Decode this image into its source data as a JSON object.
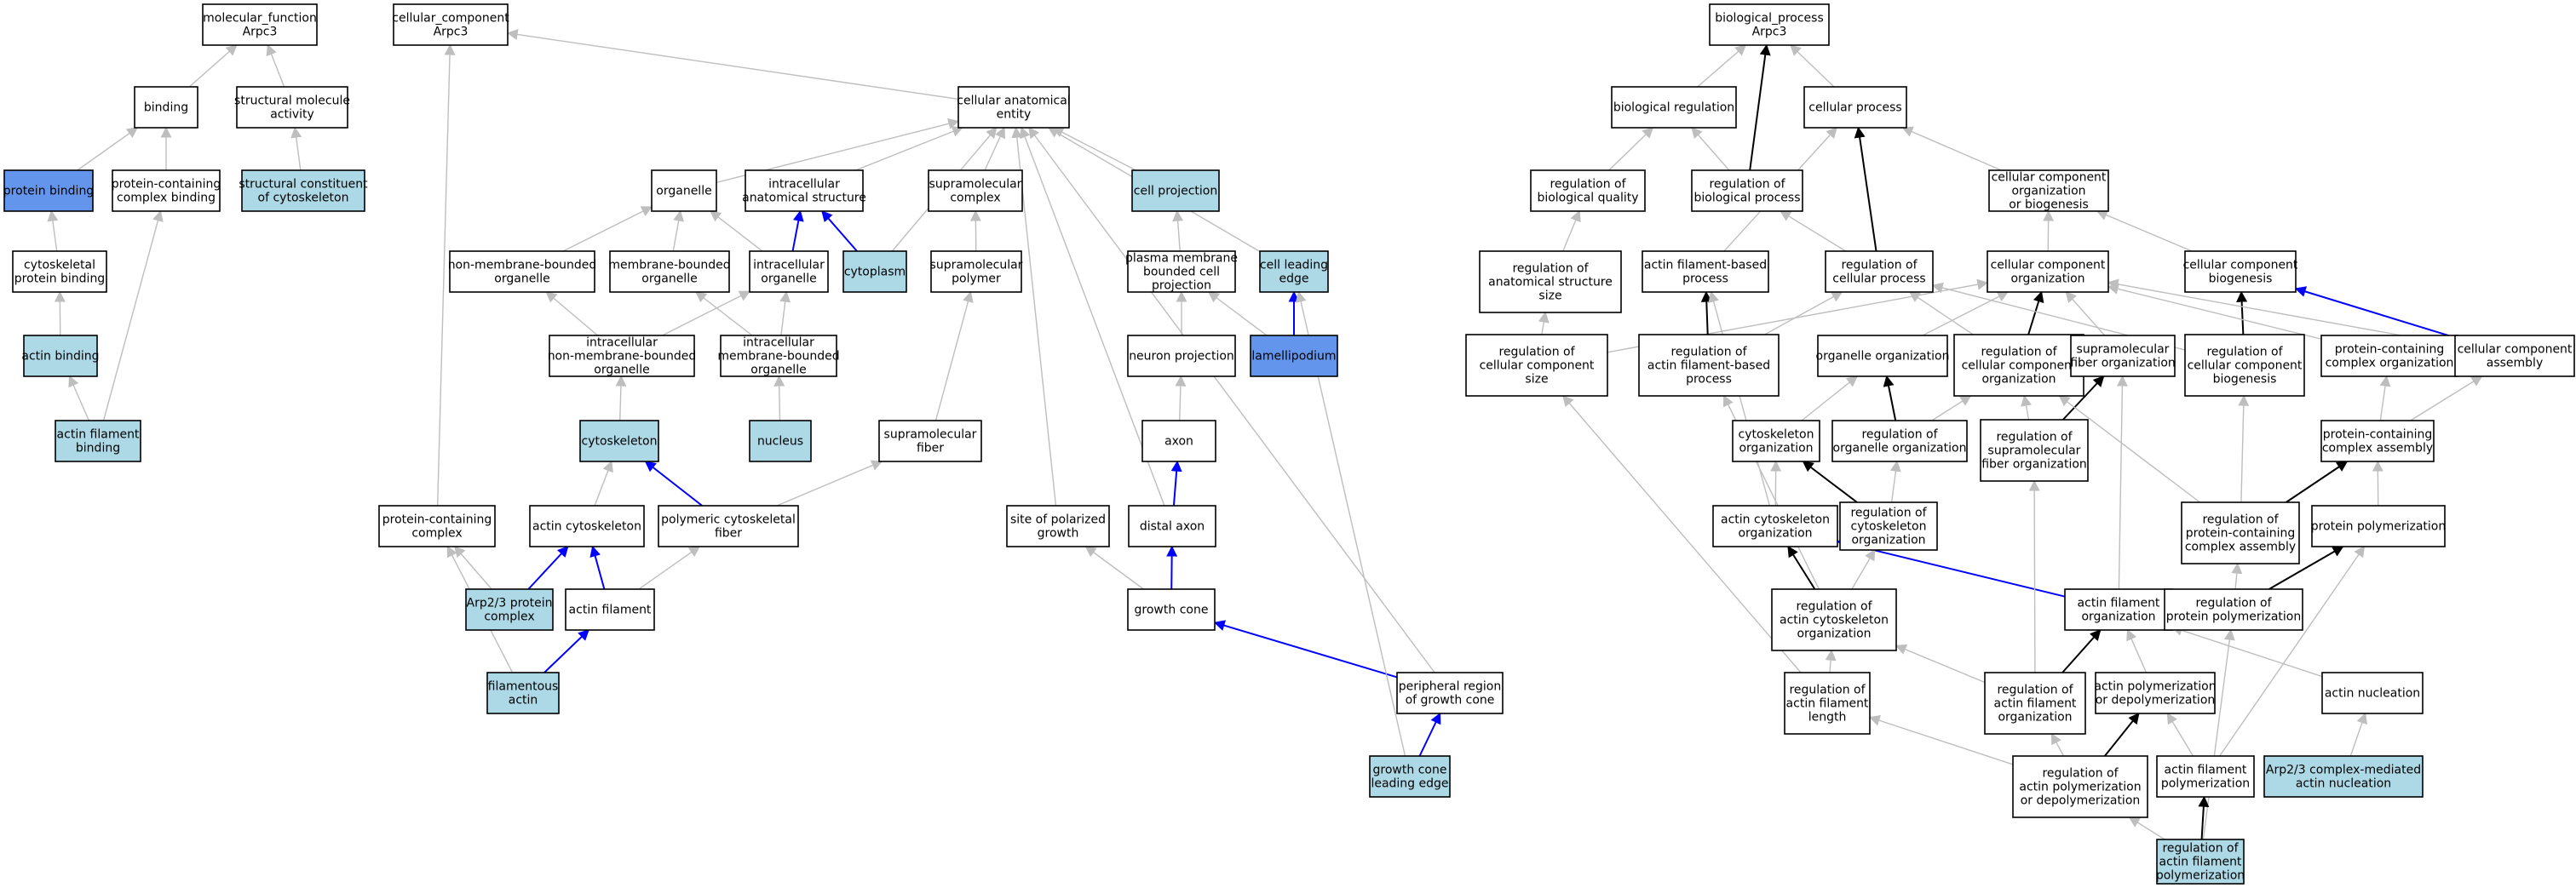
{
  "colors": {
    "plain": "#ffffff",
    "annotated": "#add8e6",
    "highlight": "#6495ed",
    "edge_is_a": "#bebebe",
    "edge_part_of": "#0000ff",
    "edge_regulates": "#000000"
  },
  "nodes": [
    {
      "id": "mf_root",
      "lines": [
        "molecular_function",
        "Arpc3"
      ],
      "fill": "plain"
    },
    {
      "id": "binding",
      "lines": [
        "binding"
      ],
      "fill": "plain"
    },
    {
      "id": "struct_mol",
      "lines": [
        "structural molecule",
        "activity"
      ],
      "fill": "plain"
    },
    {
      "id": "protein_binding",
      "lines": [
        "protein binding"
      ],
      "fill": "highlight"
    },
    {
      "id": "pc_binding",
      "lines": [
        "protein-containing",
        "complex binding"
      ],
      "fill": "plain"
    },
    {
      "id": "struct_cyto",
      "lines": [
        "structural constituent",
        "of cytoskeleton"
      ],
      "fill": "annotated"
    },
    {
      "id": "cytosk_pb",
      "lines": [
        "cytoskeletal",
        "protein binding"
      ],
      "fill": "plain"
    },
    {
      "id": "actin_binding",
      "lines": [
        "actin binding"
      ],
      "fill": "annotated"
    },
    {
      "id": "af_binding",
      "lines": [
        "actin filament",
        "binding"
      ],
      "fill": "annotated"
    },
    {
      "id": "cc_root",
      "lines": [
        "cellular_component",
        "Arpc3"
      ],
      "fill": "plain"
    },
    {
      "id": "cae",
      "lines": [
        "cellular anatomical",
        "entity"
      ],
      "fill": "plain"
    },
    {
      "id": "organelle",
      "lines": [
        "organelle"
      ],
      "fill": "plain"
    },
    {
      "id": "ias",
      "lines": [
        "intracellular",
        "anatomical structure"
      ],
      "fill": "plain"
    },
    {
      "id": "supra_complex",
      "lines": [
        "supramolecular",
        "complex"
      ],
      "fill": "plain"
    },
    {
      "id": "cell_projection",
      "lines": [
        "cell projection"
      ],
      "fill": "annotated"
    },
    {
      "id": "nmbo",
      "lines": [
        "non-membrane-bounded",
        "organelle"
      ],
      "fill": "plain"
    },
    {
      "id": "mbo",
      "lines": [
        "membrane-bounded",
        "organelle"
      ],
      "fill": "plain"
    },
    {
      "id": "intra_org",
      "lines": [
        "intracellular",
        "organelle"
      ],
      "fill": "plain"
    },
    {
      "id": "cytoplasm",
      "lines": [
        "cytoplasm"
      ],
      "fill": "annotated"
    },
    {
      "id": "supra_polymer",
      "lines": [
        "supramolecular",
        "polymer"
      ],
      "fill": "plain"
    },
    {
      "id": "pmbcp",
      "lines": [
        "plasma membrane",
        "bounded cell",
        "projection"
      ],
      "fill": "plain"
    },
    {
      "id": "cle",
      "lines": [
        "cell leading",
        "edge"
      ],
      "fill": "annotated"
    },
    {
      "id": "inmbo",
      "lines": [
        "intracellular",
        "non-membrane-bounded",
        "organelle"
      ],
      "fill": "plain"
    },
    {
      "id": "imbo",
      "lines": [
        "intracellular",
        "membrane-bounded",
        "organelle"
      ],
      "fill": "plain"
    },
    {
      "id": "neuron_proj",
      "lines": [
        "neuron projection"
      ],
      "fill": "plain"
    },
    {
      "id": "lamellipodium",
      "lines": [
        "lamellipodium"
      ],
      "fill": "highlight"
    },
    {
      "id": "cytoskeleton",
      "lines": [
        "cytoskeleton"
      ],
      "fill": "annotated"
    },
    {
      "id": "nucleus",
      "lines": [
        "nucleus"
      ],
      "fill": "annotated"
    },
    {
      "id": "supra_fiber",
      "lines": [
        "supramolecular",
        "fiber"
      ],
      "fill": "plain"
    },
    {
      "id": "axon",
      "lines": [
        "axon"
      ],
      "fill": "plain"
    },
    {
      "id": "pcc",
      "lines": [
        "protein-containing",
        "complex"
      ],
      "fill": "plain"
    },
    {
      "id": "actin_cytosk",
      "lines": [
        "actin cytoskeleton"
      ],
      "fill": "plain"
    },
    {
      "id": "poly_cf",
      "lines": [
        "polymeric cytoskeletal",
        "fiber"
      ],
      "fill": "plain"
    },
    {
      "id": "spg",
      "lines": [
        "site of polarized",
        "growth"
      ],
      "fill": "plain"
    },
    {
      "id": "distal_axon",
      "lines": [
        "distal axon"
      ],
      "fill": "plain"
    },
    {
      "id": "arp23",
      "lines": [
        "Arp2/3 protein",
        "complex"
      ],
      "fill": "annotated"
    },
    {
      "id": "actin_filament",
      "lines": [
        "actin filament"
      ],
      "fill": "plain"
    },
    {
      "id": "growth_cone",
      "lines": [
        "growth cone"
      ],
      "fill": "plain"
    },
    {
      "id": "fil_actin",
      "lines": [
        "filamentous",
        "actin"
      ],
      "fill": "annotated"
    },
    {
      "id": "prgc",
      "lines": [
        "peripheral region",
        "of growth cone"
      ],
      "fill": "plain"
    },
    {
      "id": "gcle",
      "lines": [
        "growth cone",
        "leading edge"
      ],
      "fill": "annotated"
    },
    {
      "id": "bp_root",
      "lines": [
        "biological_process",
        "Arpc3"
      ],
      "fill": "plain"
    },
    {
      "id": "bio_reg",
      "lines": [
        "biological regulation"
      ],
      "fill": "plain"
    },
    {
      "id": "cell_proc",
      "lines": [
        "cellular process"
      ],
      "fill": "plain"
    },
    {
      "id": "reg_bq",
      "lines": [
        "regulation of",
        "biological quality"
      ],
      "fill": "plain"
    },
    {
      "id": "reg_bp",
      "lines": [
        "regulation of",
        "biological process"
      ],
      "fill": "plain"
    },
    {
      "id": "ccob",
      "lines": [
        "cellular component",
        "organization",
        "or biogenesis"
      ],
      "fill": "plain"
    },
    {
      "id": "reg_ass",
      "lines": [
        "regulation of",
        "anatomical structure",
        "size"
      ],
      "fill": "plain"
    },
    {
      "id": "afbp",
      "lines": [
        "actin filament-based",
        "process"
      ],
      "fill": "plain"
    },
    {
      "id": "reg_cp",
      "lines": [
        "regulation of",
        "cellular process"
      ],
      "fill": "plain"
    },
    {
      "id": "cco",
      "lines": [
        "cellular component",
        "organization"
      ],
      "fill": "plain"
    },
    {
      "id": "ccb",
      "lines": [
        "cellular component",
        "biogenesis"
      ],
      "fill": "plain"
    },
    {
      "id": "reg_ccs",
      "lines": [
        "regulation of",
        "cellular component",
        "size"
      ],
      "fill": "plain"
    },
    {
      "id": "reg_afbp",
      "lines": [
        "regulation of",
        "actin filament-based",
        "process"
      ],
      "fill": "plain"
    },
    {
      "id": "org_org",
      "lines": [
        "organelle organization"
      ],
      "fill": "plain"
    },
    {
      "id": "reg_cco",
      "lines": [
        "regulation of",
        "cellular component",
        "organization"
      ],
      "fill": "plain"
    },
    {
      "id": "sfo",
      "lines": [
        "supramolecular",
        "fiber organization"
      ],
      "fill": "plain"
    },
    {
      "id": "reg_ccb",
      "lines": [
        "regulation of",
        "cellular component",
        "biogenesis"
      ],
      "fill": "plain"
    },
    {
      "id": "pco",
      "lines": [
        "protein-containing",
        "complex organization"
      ],
      "fill": "plain"
    },
    {
      "id": "cca",
      "lines": [
        "cellular component",
        "assembly"
      ],
      "fill": "plain"
    },
    {
      "id": "cyto_org",
      "lines": [
        "cytoskeleton",
        "organization"
      ],
      "fill": "plain"
    },
    {
      "id": "reg_oo",
      "lines": [
        "regulation of",
        "organelle organization"
      ],
      "fill": "plain"
    },
    {
      "id": "reg_sfo",
      "lines": [
        "regulation of",
        "supramolecular",
        "fiber organization"
      ],
      "fill": "plain"
    },
    {
      "id": "pca",
      "lines": [
        "protein-containing",
        "complex assembly"
      ],
      "fill": "plain"
    },
    {
      "id": "aco",
      "lines": [
        "actin cytoskeleton",
        "organization"
      ],
      "fill": "plain"
    },
    {
      "id": "reg_co",
      "lines": [
        "regulation of",
        "cytoskeleton",
        "organization"
      ],
      "fill": "plain"
    },
    {
      "id": "reg_pca",
      "lines": [
        "regulation of",
        "protein-containing",
        "complex assembly"
      ],
      "fill": "plain"
    },
    {
      "id": "prot_poly",
      "lines": [
        "protein polymerization"
      ],
      "fill": "plain"
    },
    {
      "id": "afo",
      "lines": [
        "actin filament",
        "organization"
      ],
      "fill": "plain"
    },
    {
      "id": "reg_aco",
      "lines": [
        "regulation of",
        "actin cytoskeleton",
        "organization"
      ],
      "fill": "plain"
    },
    {
      "id": "reg_pp",
      "lines": [
        "regulation of",
        "protein polymerization"
      ],
      "fill": "plain"
    },
    {
      "id": "reg_afl",
      "lines": [
        "regulation of",
        "actin filament",
        "length"
      ],
      "fill": "plain"
    },
    {
      "id": "reg_afo",
      "lines": [
        "regulation of",
        "actin filament",
        "organization"
      ],
      "fill": "plain"
    },
    {
      "id": "apd",
      "lines": [
        "actin polymerization",
        "or depolymerization"
      ],
      "fill": "plain"
    },
    {
      "id": "act_nuc",
      "lines": [
        "actin nucleation"
      ],
      "fill": "plain"
    },
    {
      "id": "reg_apd",
      "lines": [
        "regulation of",
        "actin polymerization",
        "or depolymerization"
      ],
      "fill": "plain"
    },
    {
      "id": "afp",
      "lines": [
        "actin filament",
        "polymerization"
      ],
      "fill": "plain"
    },
    {
      "id": "arp_nuc",
      "lines": [
        "Arp2/3 complex-mediated",
        "actin nucleation"
      ],
      "fill": "annotated"
    },
    {
      "id": "reg_afp",
      "lines": [
        "regulation of",
        "actin filament",
        "polymerization"
      ],
      "fill": "annotated"
    }
  ],
  "edges": [
    [
      "binding",
      "mf_root",
      "is_a"
    ],
    [
      "struct_mol",
      "mf_root",
      "is_a"
    ],
    [
      "protein_binding",
      "binding",
      "is_a"
    ],
    [
      "pc_binding",
      "binding",
      "is_a"
    ],
    [
      "struct_cyto",
      "struct_mol",
      "is_a"
    ],
    [
      "cytosk_pb",
      "protein_binding",
      "is_a"
    ],
    [
      "actin_binding",
      "cytosk_pb",
      "is_a"
    ],
    [
      "af_binding",
      "actin_binding",
      "is_a"
    ],
    [
      "af_binding",
      "pc_binding",
      "is_a"
    ],
    [
      "cae",
      "cc_root",
      "is_a"
    ],
    [
      "organelle",
      "cae",
      "is_a"
    ],
    [
      "ias",
      "cae",
      "is_a"
    ],
    [
      "supra_complex",
      "cae",
      "is_a"
    ],
    [
      "cell_projection",
      "cae",
      "is_a"
    ],
    [
      "nmbo",
      "organelle",
      "is_a"
    ],
    [
      "mbo",
      "organelle",
      "is_a"
    ],
    [
      "intra_org",
      "organelle",
      "is_a"
    ],
    [
      "intra_org",
      "ias",
      "part_of"
    ],
    [
      "cytoplasm",
      "ias",
      "part_of"
    ],
    [
      "cytoplasm",
      "cae",
      "is_a"
    ],
    [
      "supra_polymer",
      "supra_complex",
      "is_a"
    ],
    [
      "pmbcp",
      "cell_projection",
      "is_a"
    ],
    [
      "cle",
      "cae",
      "is_a"
    ],
    [
      "inmbo",
      "nmbo",
      "is_a"
    ],
    [
      "inmbo",
      "intra_org",
      "is_a"
    ],
    [
      "imbo",
      "mbo",
      "is_a"
    ],
    [
      "imbo",
      "intra_org",
      "is_a"
    ],
    [
      "neuron_proj",
      "pmbcp",
      "is_a"
    ],
    [
      "lamellipodium",
      "pmbcp",
      "is_a"
    ],
    [
      "lamellipodium",
      "cle",
      "part_of"
    ],
    [
      "cytoskeleton",
      "inmbo",
      "is_a"
    ],
    [
      "nucleus",
      "imbo",
      "is_a"
    ],
    [
      "supra_fiber",
      "supra_polymer",
      "is_a"
    ],
    [
      "axon",
      "neuron_proj",
      "is_a"
    ],
    [
      "pcc",
      "cc_root",
      "is_a"
    ],
    [
      "actin_cytosk",
      "cytoskeleton",
      "is_a"
    ],
    [
      "poly_cf",
      "cytoskeleton",
      "part_of"
    ],
    [
      "poly_cf",
      "supra_fiber",
      "is_a"
    ],
    [
      "spg",
      "cae",
      "is_a"
    ],
    [
      "distal_axon",
      "axon",
      "part_of"
    ],
    [
      "distal_axon",
      "cae",
      "is_a"
    ],
    [
      "arp23",
      "actin_cytosk",
      "part_of"
    ],
    [
      "arp23",
      "pcc",
      "is_a"
    ],
    [
      "actin_filament",
      "actin_cytosk",
      "part_of"
    ],
    [
      "actin_filament",
      "poly_cf",
      "is_a"
    ],
    [
      "growth_cone",
      "spg",
      "is_a"
    ],
    [
      "growth_cone",
      "distal_axon",
      "part_of"
    ],
    [
      "fil_actin",
      "actin_filament",
      "part_of"
    ],
    [
      "fil_actin",
      "pcc",
      "is_a"
    ],
    [
      "prgc",
      "growth_cone",
      "part_of"
    ],
    [
      "prgc",
      "cae",
      "is_a"
    ],
    [
      "gcle",
      "prgc",
      "part_of"
    ],
    [
      "gcle",
      "cle",
      "is_a"
    ],
    [
      "bio_reg",
      "bp_root",
      "is_a"
    ],
    [
      "cell_proc",
      "bp_root",
      "is_a"
    ],
    [
      "reg_bq",
      "bio_reg",
      "is_a"
    ],
    [
      "reg_bp",
      "bio_reg",
      "is_a"
    ],
    [
      "reg_bp",
      "bp_root",
      "regulates"
    ],
    [
      "ccob",
      "cell_proc",
      "is_a"
    ],
    [
      "reg_ass",
      "reg_bq",
      "is_a"
    ],
    [
      "afbp",
      "cell_proc",
      "is_a"
    ],
    [
      "reg_cp",
      "reg_bp",
      "is_a"
    ],
    [
      "reg_cp",
      "cell_proc",
      "regulates"
    ],
    [
      "cco",
      "ccob",
      "is_a"
    ],
    [
      "ccb",
      "ccob",
      "is_a"
    ],
    [
      "reg_ccs",
      "reg_ass",
      "is_a"
    ],
    [
      "reg_ccs",
      "cco",
      "is_a"
    ],
    [
      "reg_afbp",
      "reg_cp",
      "is_a"
    ],
    [
      "reg_afbp",
      "afbp",
      "regulates"
    ],
    [
      "org_org",
      "cco",
      "is_a"
    ],
    [
      "reg_cco",
      "reg_cp",
      "is_a"
    ],
    [
      "reg_cco",
      "cco",
      "regulates"
    ],
    [
      "sfo",
      "cco",
      "is_a"
    ],
    [
      "reg_ccb",
      "reg_cp",
      "is_a"
    ],
    [
      "reg_ccb",
      "ccb",
      "regulates"
    ],
    [
      "pco",
      "cco",
      "is_a"
    ],
    [
      "cca",
      "cco",
      "is_a"
    ],
    [
      "cca",
      "ccb",
      "part_of"
    ],
    [
      "cyto_org",
      "org_org",
      "is_a"
    ],
    [
      "reg_oo",
      "reg_cco",
      "is_a"
    ],
    [
      "reg_oo",
      "org_org",
      "regulates"
    ],
    [
      "reg_sfo",
      "reg_cco",
      "is_a"
    ],
    [
      "reg_sfo",
      "sfo",
      "regulates"
    ],
    [
      "pca",
      "pco",
      "is_a"
    ],
    [
      "pca",
      "cca",
      "is_a"
    ],
    [
      "aco",
      "cyto_org",
      "is_a"
    ],
    [
      "aco",
      "afbp",
      "is_a"
    ],
    [
      "reg_co",
      "reg_oo",
      "is_a"
    ],
    [
      "reg_co",
      "cyto_org",
      "regulates"
    ],
    [
      "reg_pca",
      "reg_ccb",
      "is_a"
    ],
    [
      "reg_pca",
      "reg_cco",
      "is_a"
    ],
    [
      "reg_pca",
      "pca",
      "regulates"
    ],
    [
      "prot_poly",
      "pca",
      "is_a"
    ],
    [
      "afo",
      "sfo",
      "is_a"
    ],
    [
      "afo",
      "aco",
      "part_of"
    ],
    [
      "reg_aco",
      "reg_co",
      "is_a"
    ],
    [
      "reg_aco",
      "reg_afbp",
      "is_a"
    ],
    [
      "reg_aco",
      "aco",
      "regulates"
    ],
    [
      "reg_pp",
      "reg_pca",
      "is_a"
    ],
    [
      "reg_pp",
      "prot_poly",
      "regulates"
    ],
    [
      "reg_afl",
      "reg_ccs",
      "is_a"
    ],
    [
      "reg_afl",
      "reg_aco",
      "is_a"
    ],
    [
      "reg_afo",
      "reg_sfo",
      "is_a"
    ],
    [
      "reg_afo",
      "reg_aco",
      "is_a"
    ],
    [
      "reg_afo",
      "afo",
      "regulates"
    ],
    [
      "apd",
      "afo",
      "is_a"
    ],
    [
      "act_nuc",
      "afo",
      "is_a"
    ],
    [
      "reg_apd",
      "reg_afl",
      "is_a"
    ],
    [
      "reg_apd",
      "reg_afo",
      "is_a"
    ],
    [
      "reg_apd",
      "apd",
      "regulates"
    ],
    [
      "afp",
      "apd",
      "is_a"
    ],
    [
      "afp",
      "prot_poly",
      "is_a"
    ],
    [
      "arp_nuc",
      "act_nuc",
      "is_a"
    ],
    [
      "reg_afp",
      "reg_apd",
      "is_a"
    ],
    [
      "reg_afp",
      "reg_pp",
      "is_a"
    ],
    [
      "reg_afp",
      "afp",
      "regulates"
    ]
  ]
}
